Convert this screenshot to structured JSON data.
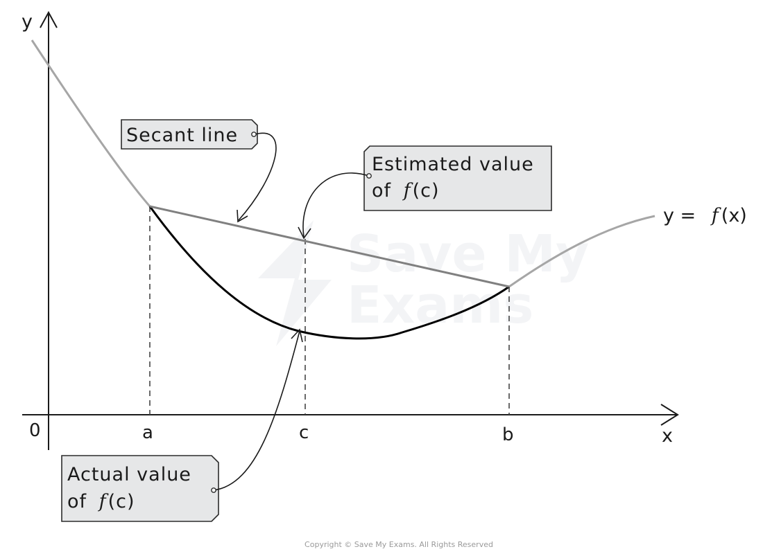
{
  "axes": {
    "y_label": "y",
    "x_label": "x",
    "origin_label": "0"
  },
  "ticks": {
    "a": "a",
    "c": "c",
    "b": "b"
  },
  "curve_label": {
    "prefix": "y = ",
    "func": "f",
    "arg": "(x)"
  },
  "callouts": {
    "secant": {
      "text": "Secant line"
    },
    "estimated": {
      "line1": "Estimated value",
      "line2_prefix": "of ",
      "line2_func": "f",
      "line2_arg": "(c)"
    },
    "actual": {
      "line1": "Actual value",
      "line2_prefix": "of ",
      "line2_func": "f",
      "line2_arg": "(c)"
    }
  },
  "watermark": {
    "line1": "Save My",
    "line2": "Exams"
  },
  "copyright": "Copyright © Save My Exams. All Rights Reserved",
  "colors": {
    "axis": "#1a1a1a",
    "curve_outer": "#a6a6a6",
    "curve_inner": "#000000",
    "secant": "#808080",
    "callout_fill": "#e6e7e8"
  }
}
